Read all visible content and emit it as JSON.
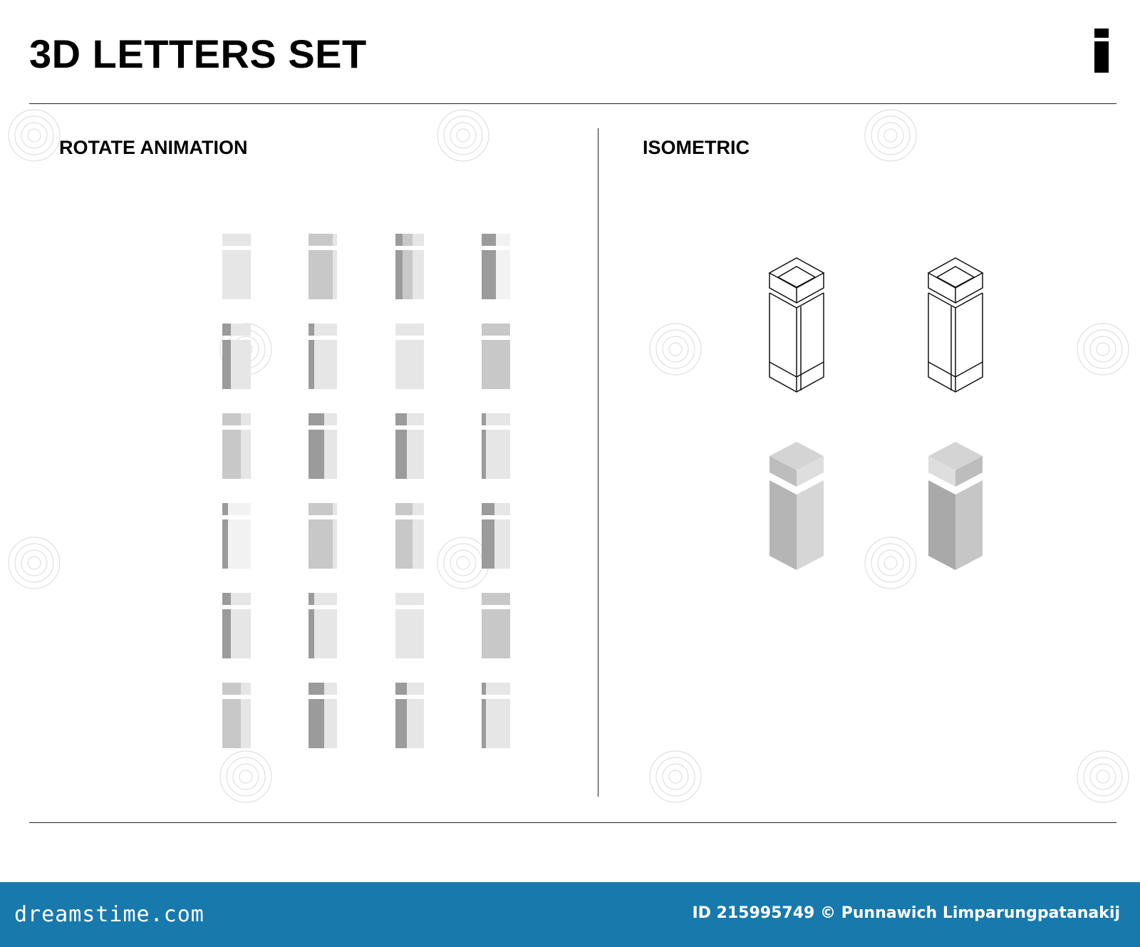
{
  "header": {
    "title": "3D LETTERS SET",
    "glyph": "i"
  },
  "sections": {
    "left_title": "ROTATE ANIMATION",
    "right_title": "ISOMETRIC"
  },
  "watermark": {
    "text": "dreamstime.com",
    "icon": "spiral-icon"
  },
  "footer": {
    "logo_text": "dreamstime.com",
    "credit": "ID 215995749 © Punnawich Limparungpatanakij",
    "background": "#1879ad"
  },
  "colors": {
    "light": "#e6e6e6",
    "mid": "#c8c8c8",
    "dark": "#9b9b9b",
    "pale": "#f2f2f2"
  }
}
